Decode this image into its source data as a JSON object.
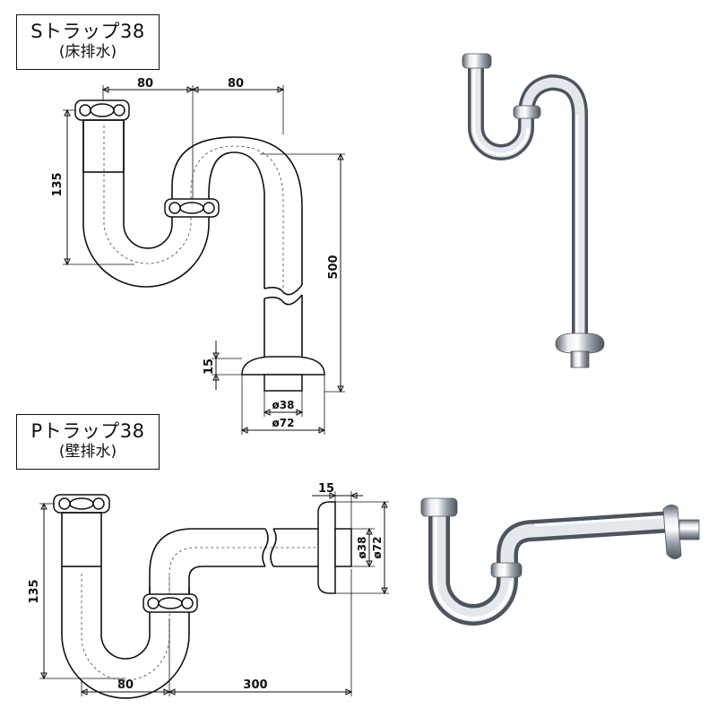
{
  "s_trap": {
    "title": "Sトラップ38",
    "subtitle": "(床排水)",
    "dims": {
      "top_left": "80",
      "top_right": "80",
      "height": "135",
      "total": "500",
      "base": "15",
      "inner_dia": "ø38",
      "outer_dia": "ø72"
    }
  },
  "p_trap": {
    "title": "Pトラップ38",
    "subtitle": "(壁排水)",
    "dims": {
      "height": "135",
      "bottom_left": "80",
      "bottom_right": "300",
      "flange": "15",
      "inner_dia": "ø38",
      "outer_dia": "ø72"
    }
  },
  "colors": {
    "line": "#111111",
    "chrome_dark": "#6b7480",
    "chrome_light": "#f4f6f8"
  }
}
